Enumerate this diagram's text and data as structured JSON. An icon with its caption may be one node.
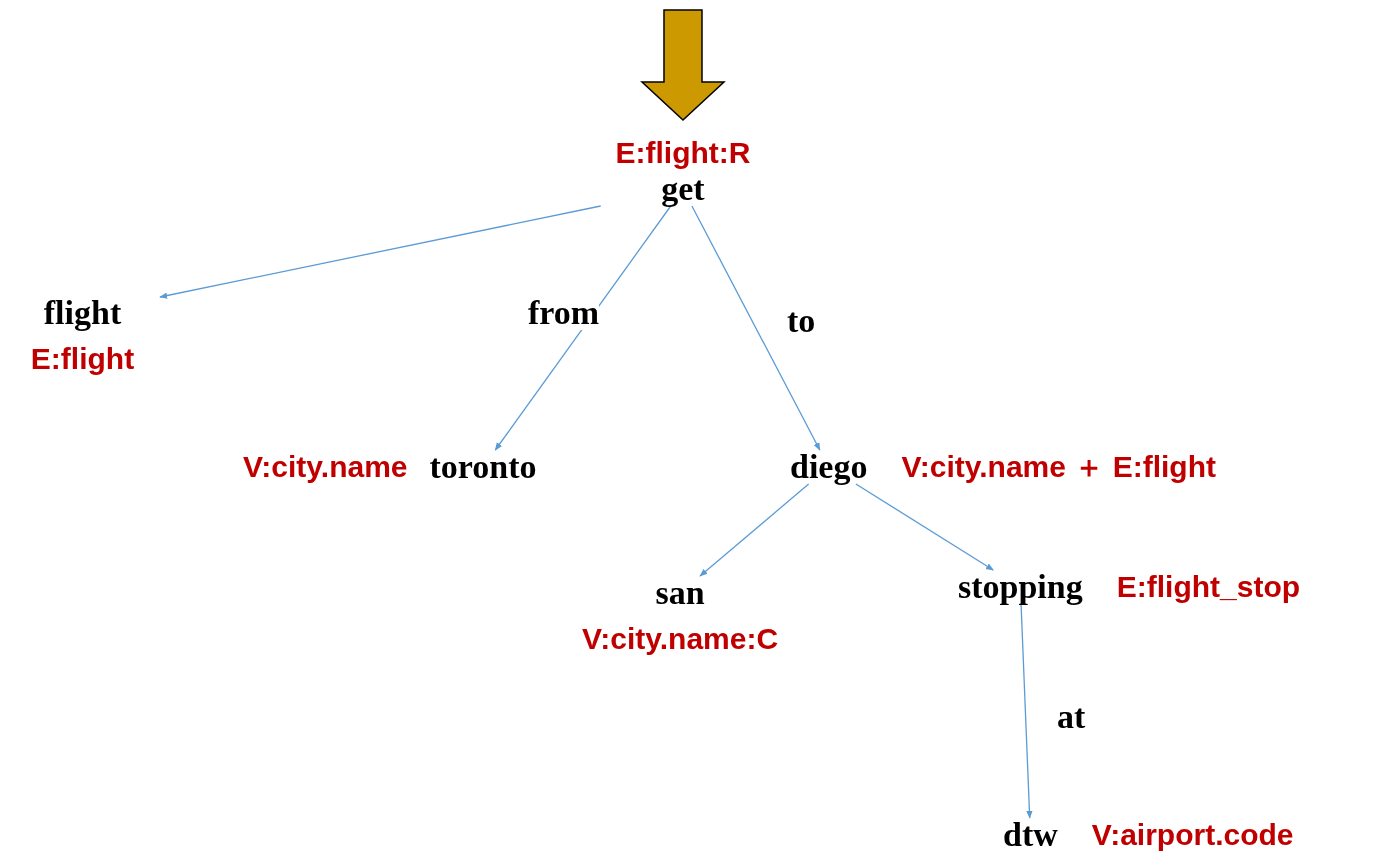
{
  "diagram": {
    "nodes": [
      {
        "text": [
          "get"
        ],
        "beside": [
          "E:flight:R"
        ]
      },
      {
        "text": [
          "flight"
        ],
        "beside": [
          "E:flight"
        ]
      },
      {
        "text": [
          "toronto"
        ],
        "beside": [
          "V:city.name"
        ]
      },
      {
        "text": [
          "diego"
        ],
        "beside": [
          "V:city.name ＋ E:flight"
        ]
      },
      {
        "text": [
          "san"
        ],
        "beside": [
          "V:city.name:C"
        ]
      },
      {
        "text": [
          "stopping"
        ],
        "beside": [
          "E:flight_stop"
        ]
      },
      {
        "text": [
          "dtw"
        ],
        "beside": [
          "V:airport.code"
        ]
      }
    ],
    "edges": [
      {
        "from": null,
        "to": 0,
        "arrow": "to",
        "style": "thick",
        "color": "#cc9900"
      },
      {
        "from": 0,
        "to": 1,
        "arrow": "to"
      },
      {
        "from": 0,
        "to": 2,
        "arrow": "to",
        "label": "from"
      },
      {
        "from": 0,
        "to": 3,
        "arrow": "to",
        "label": "to"
      },
      {
        "from": 3,
        "to": 4,
        "arrow": "to"
      },
      {
        "from": 3,
        "to": 5,
        "arrow": "to"
      },
      {
        "from": 5,
        "to": 6,
        "arrow": "to",
        "label": "at"
      }
    ]
  }
}
